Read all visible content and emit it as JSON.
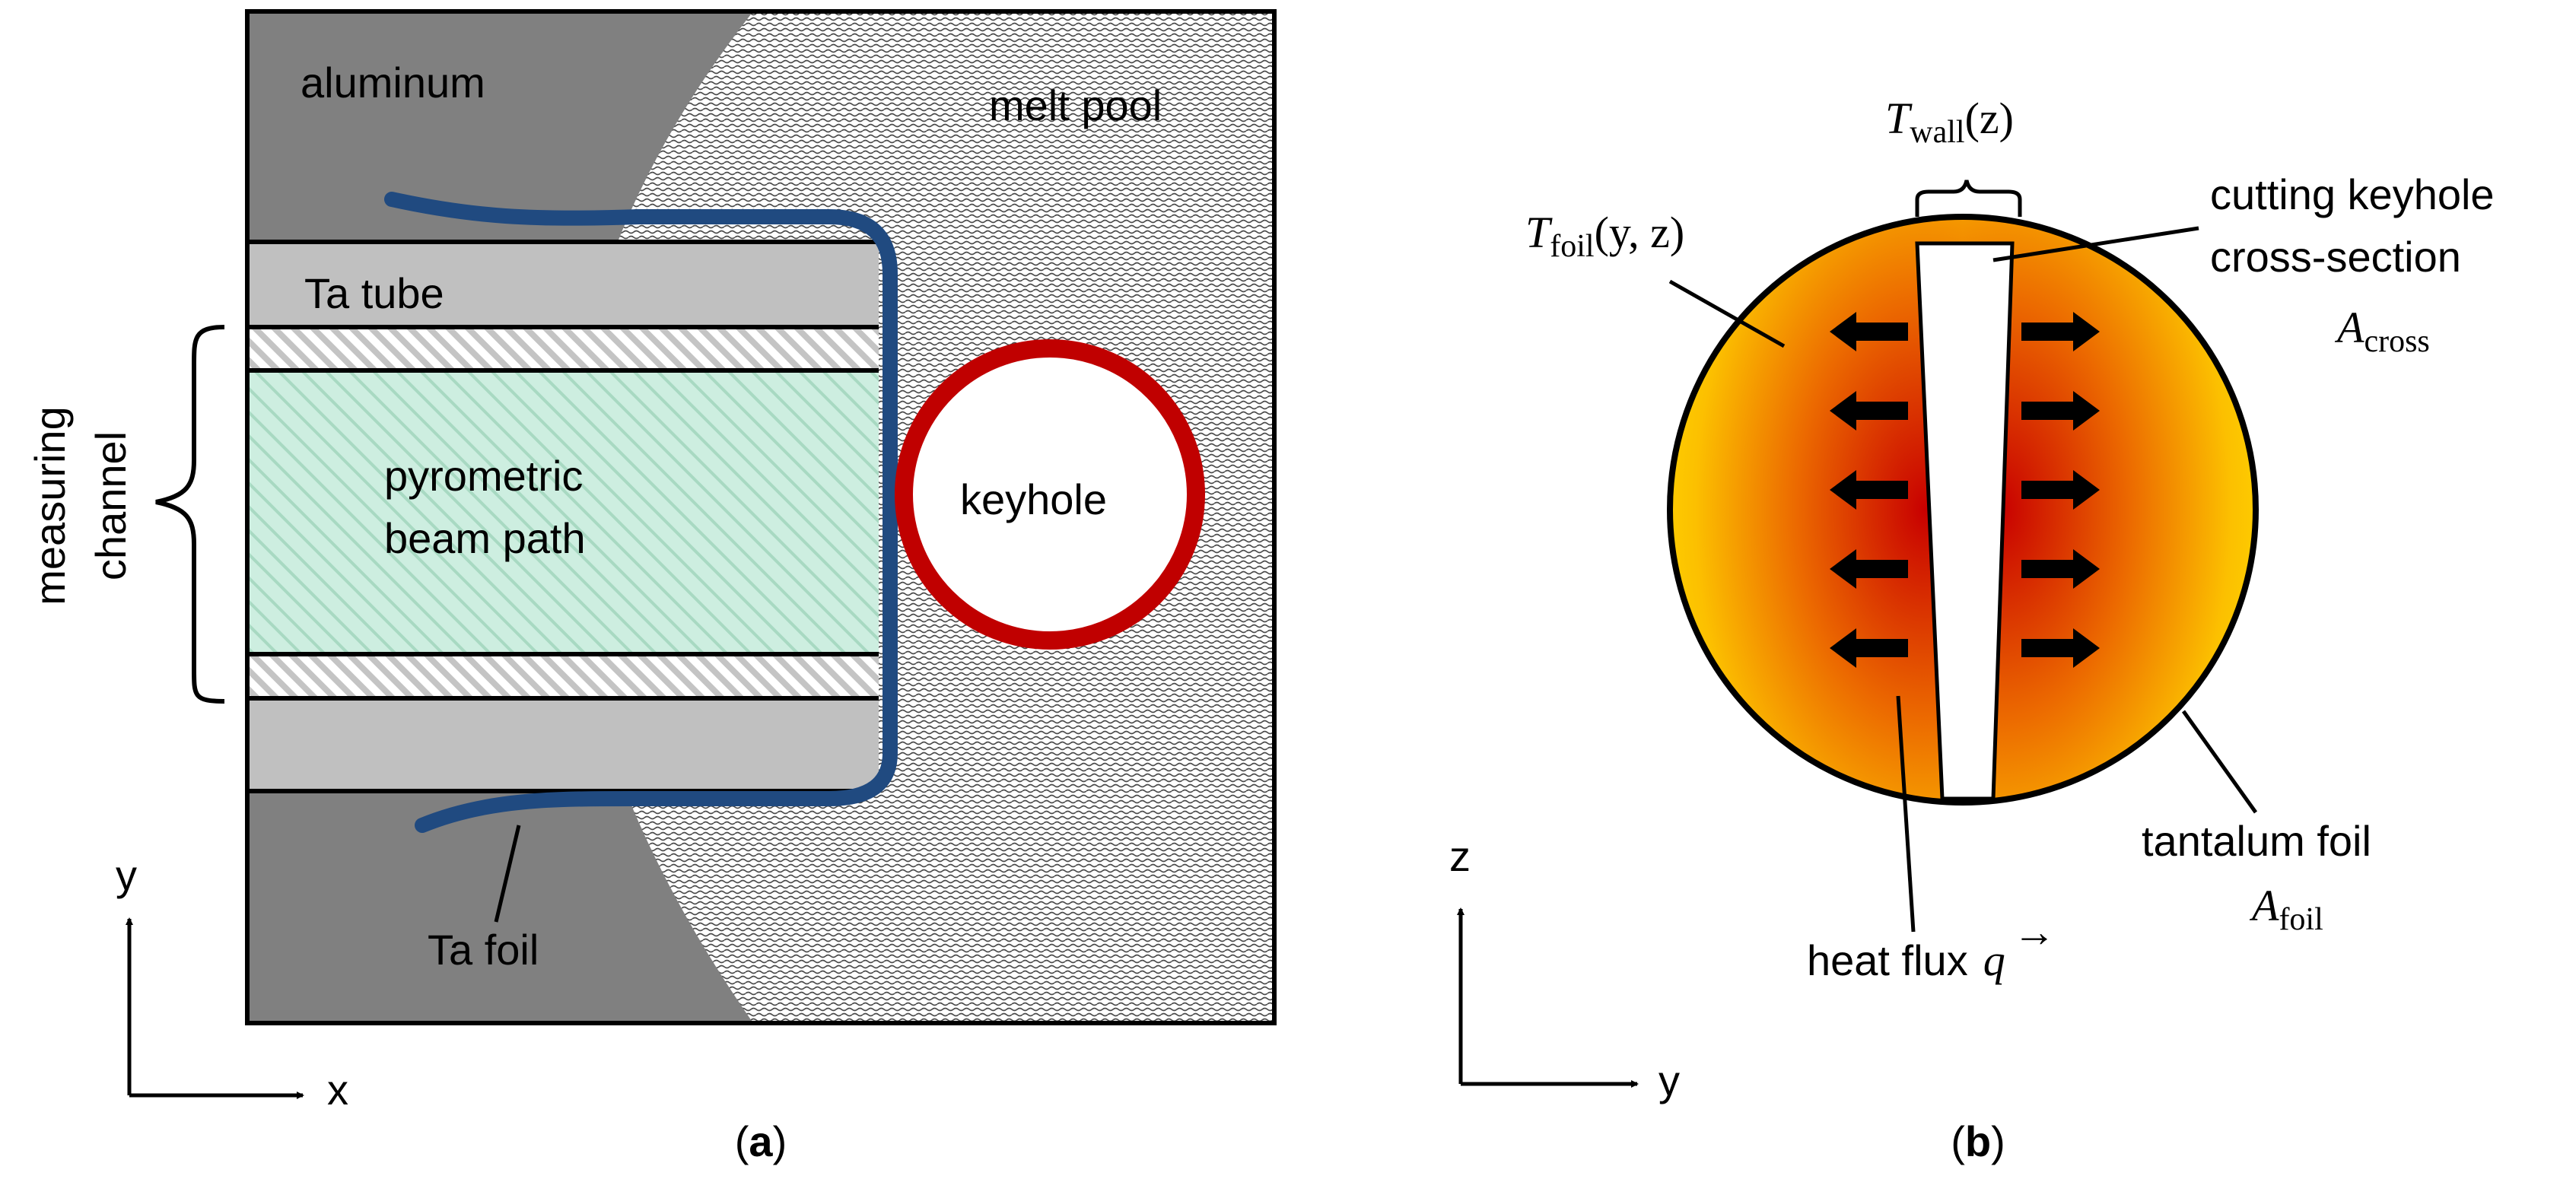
{
  "panel_a": {
    "caption_open": "(",
    "caption_letter": "a",
    "caption_close": ")",
    "labels": {
      "aluminum": "aluminum",
      "melt_pool": "melt pool",
      "ta_tube": "Ta tube",
      "pyrometric_line1": "pyrometric",
      "pyrometric_line2": "beam path",
      "keyhole": "keyhole",
      "ta_foil": "Ta foil",
      "measuring": "measuring",
      "channel": "channel"
    },
    "axes": {
      "y": "y",
      "x": "x"
    }
  },
  "panel_b": {
    "caption_open": "(",
    "caption_letter": "b",
    "caption_close": ")",
    "labels": {
      "t_wall_symbol": "T",
      "t_wall_sub": "wall",
      "t_wall_arg": "(z)",
      "t_foil_symbol": "T",
      "t_foil_sub": "foil",
      "t_foil_arg": "(y, z)",
      "cutting_line1": "cutting keyhole",
      "cutting_line2": "cross-section",
      "a_cross_symbol": "A",
      "a_cross_sub": "cross",
      "heat_flux": "heat flux",
      "q_symbol": "q",
      "q_arrow": "→",
      "tantalum_foil": "tantalum foil",
      "a_foil_symbol": "A",
      "a_foil_sub": "foil"
    },
    "axes": {
      "z": "z",
      "y": "y"
    }
  },
  "colors": {
    "aluminum": "#808080",
    "tube": "#c0c0c0",
    "beam": "#cdeee0",
    "foil_line": "#204a80",
    "keyhole_ring": "#c00000",
    "heat_red": "#cc0000",
    "heat_yellow": "#ffd400"
  }
}
